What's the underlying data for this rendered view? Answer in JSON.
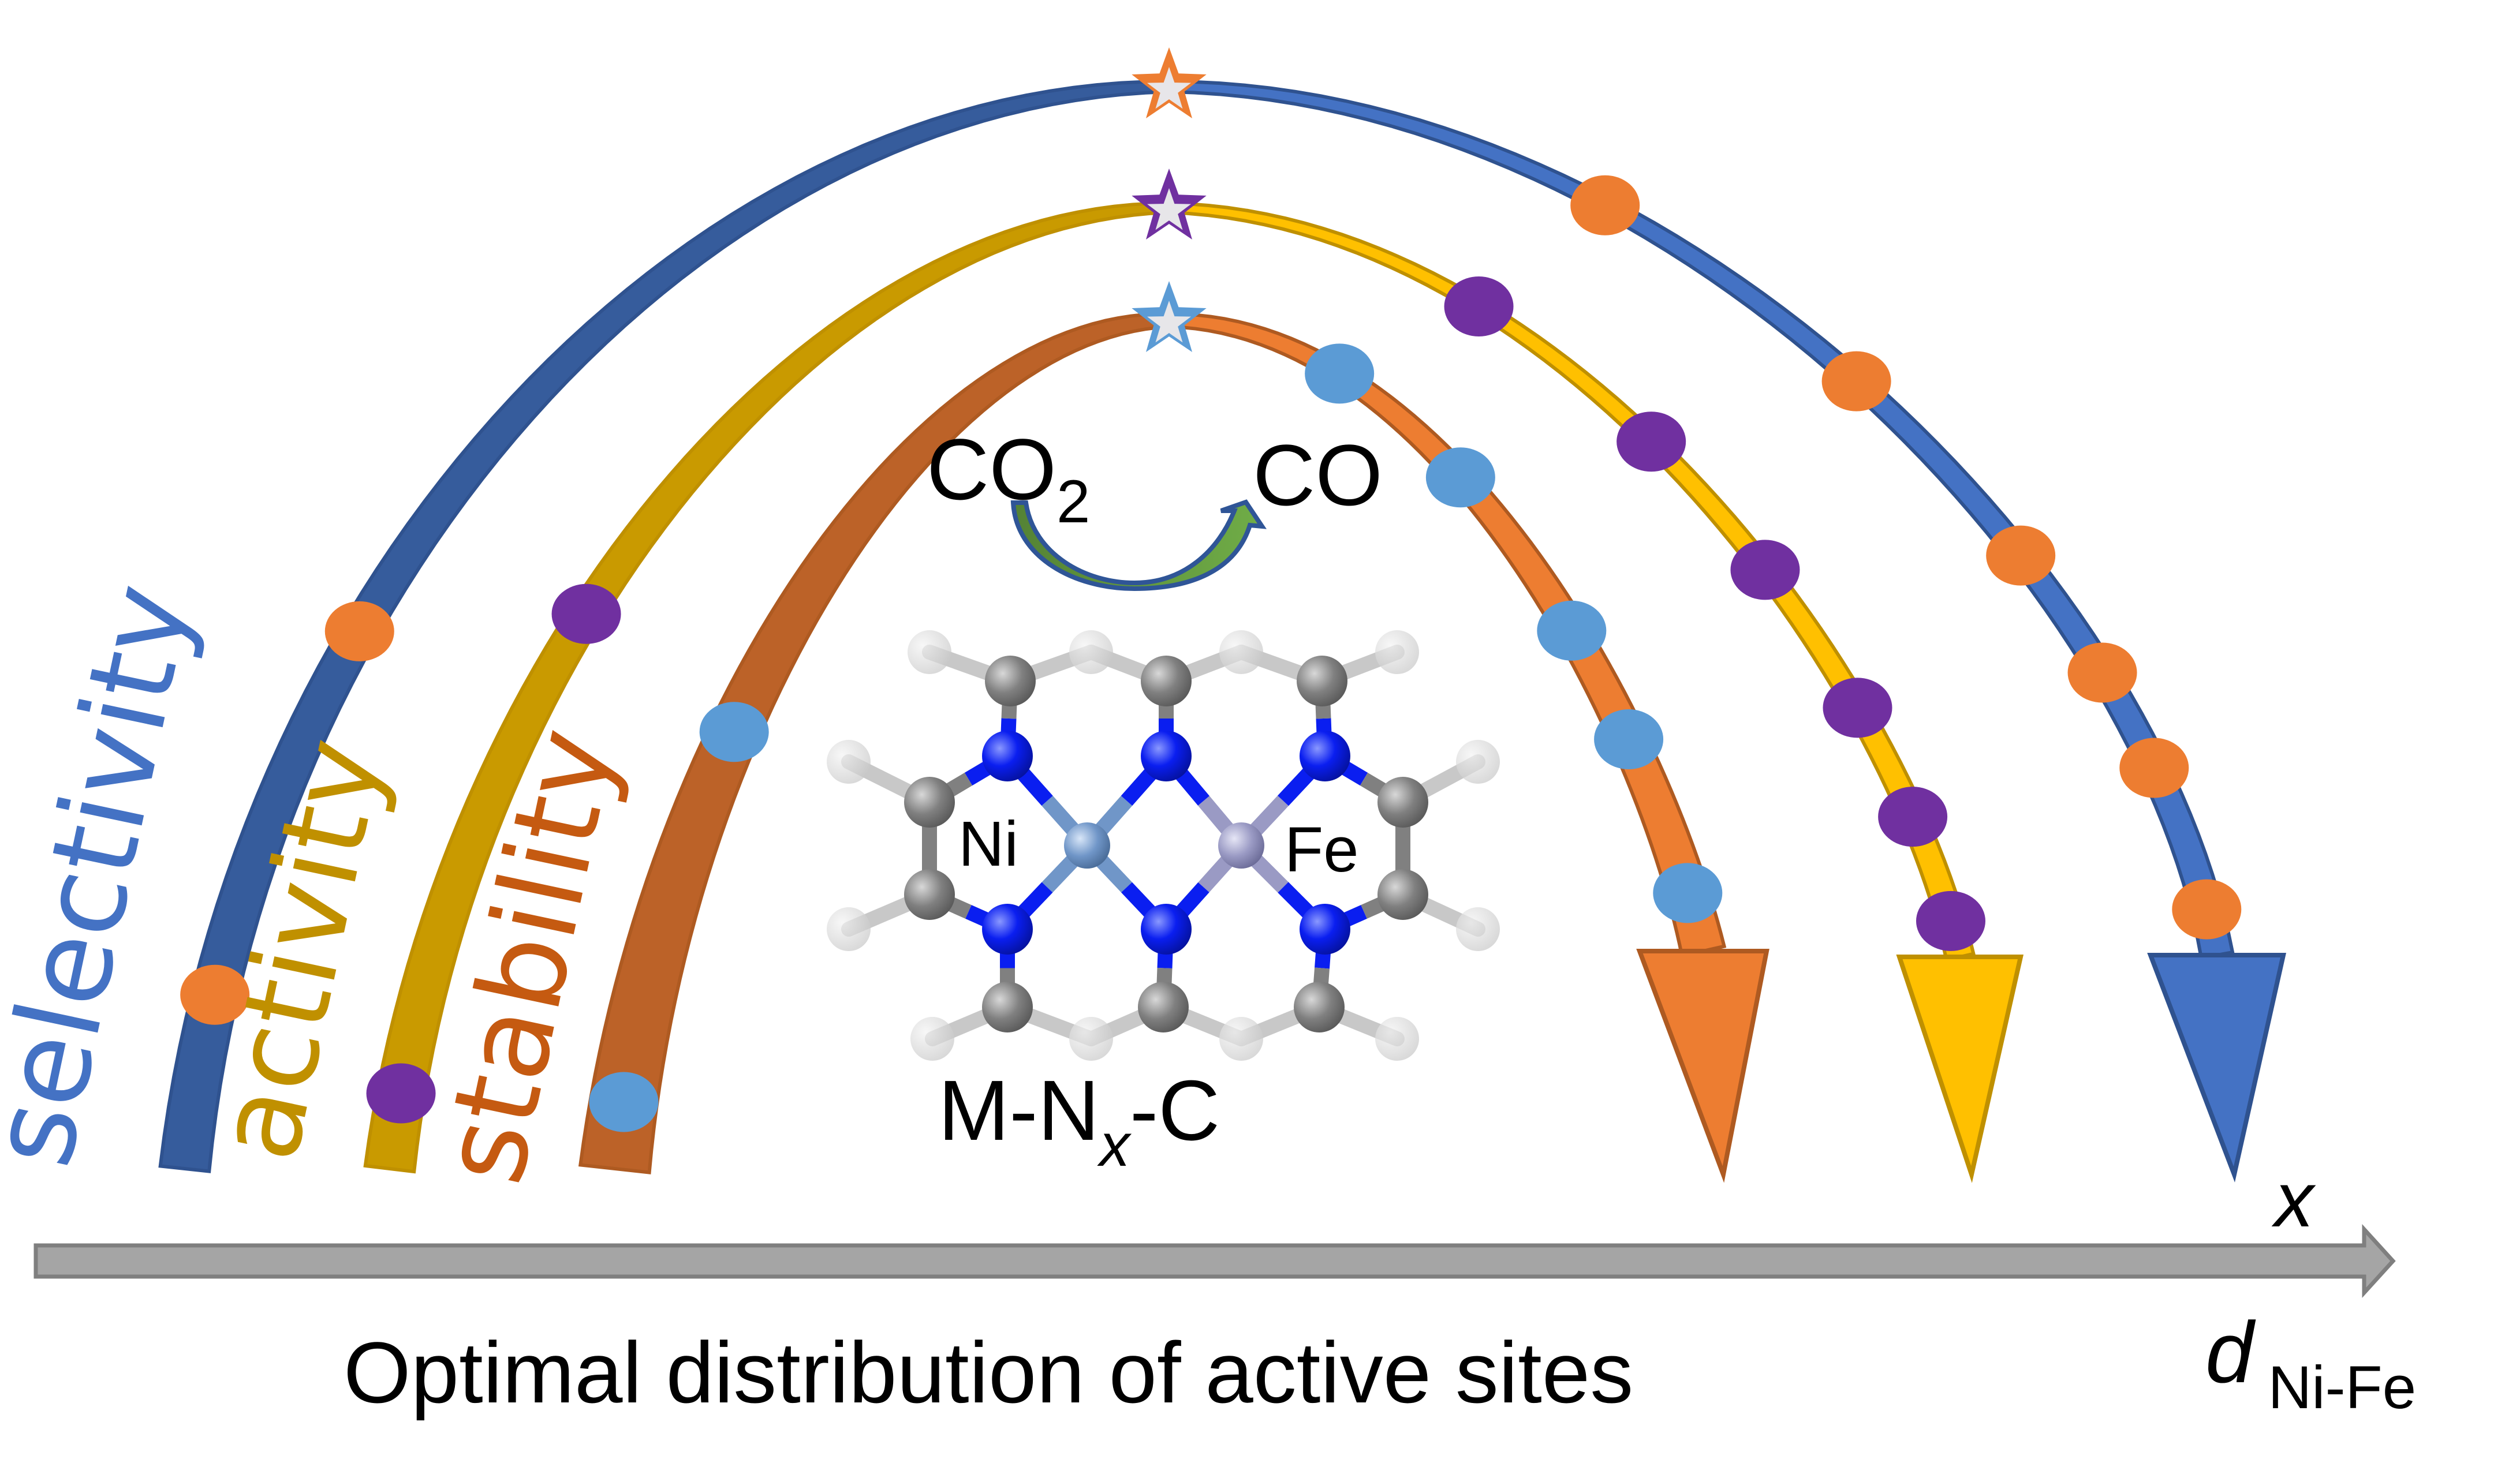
{
  "colors": {
    "selectivity_arc": "#365C9C",
    "selectivity_arc_right": "#4472C4",
    "selectivity_text": "#4472C4",
    "activity_arc": "#C99A00",
    "activity_arc_right": "#FFC000",
    "activity_text": "#C09000",
    "stability_arc": "#BC6228",
    "stability_arc_right": "#ED7D31",
    "stability_text": "#C55A11",
    "dot_orange": "#ED7D31",
    "dot_purple": "#7030A0",
    "dot_lightblue": "#5B9BD5",
    "star_orange": "#ED7D31",
    "star_purple": "#7030A0",
    "star_lightblue": "#5B9BD5",
    "star_fill": "#E7E6E9",
    "axis_fill": "#A5A5A5",
    "axis_edge": "#7F7F7F",
    "reaction_arrow_fill": "#70AD47",
    "reaction_arrow_edge": "#2F5597",
    "atom_N": "#0A1EF0",
    "atom_C": "#808080",
    "atom_Ni": "#7096C8",
    "atom_Fe": "#9A9AC4"
  },
  "properties": [
    {
      "key": "selectivity",
      "label": "selectivity",
      "dot_count_left": 2,
      "dot_count_right": 6,
      "dot_color": "orange",
      "star_color": "orange"
    },
    {
      "key": "activity",
      "label": "activity",
      "dot_count_left": 2,
      "dot_count_right": 6,
      "dot_color": "purple",
      "star_color": "purple"
    },
    {
      "key": "stability",
      "label": "stability",
      "dot_count_left": 2,
      "dot_count_right": 5,
      "dot_color": "lightblue",
      "star_color": "lightblue"
    }
  ],
  "reaction": {
    "reactant_main": "CO",
    "reactant_sub": "2",
    "product": "CO"
  },
  "structure": {
    "metal_left": "Ni",
    "metal_right": "Fe",
    "formula_pre": "M-N",
    "formula_sub": "x",
    "formula_post": "-C"
  },
  "axis": {
    "variable_label": "x",
    "distance_main": "d",
    "distance_sub": "Ni-Fe",
    "caption": "Optimal distribution of active sites"
  }
}
